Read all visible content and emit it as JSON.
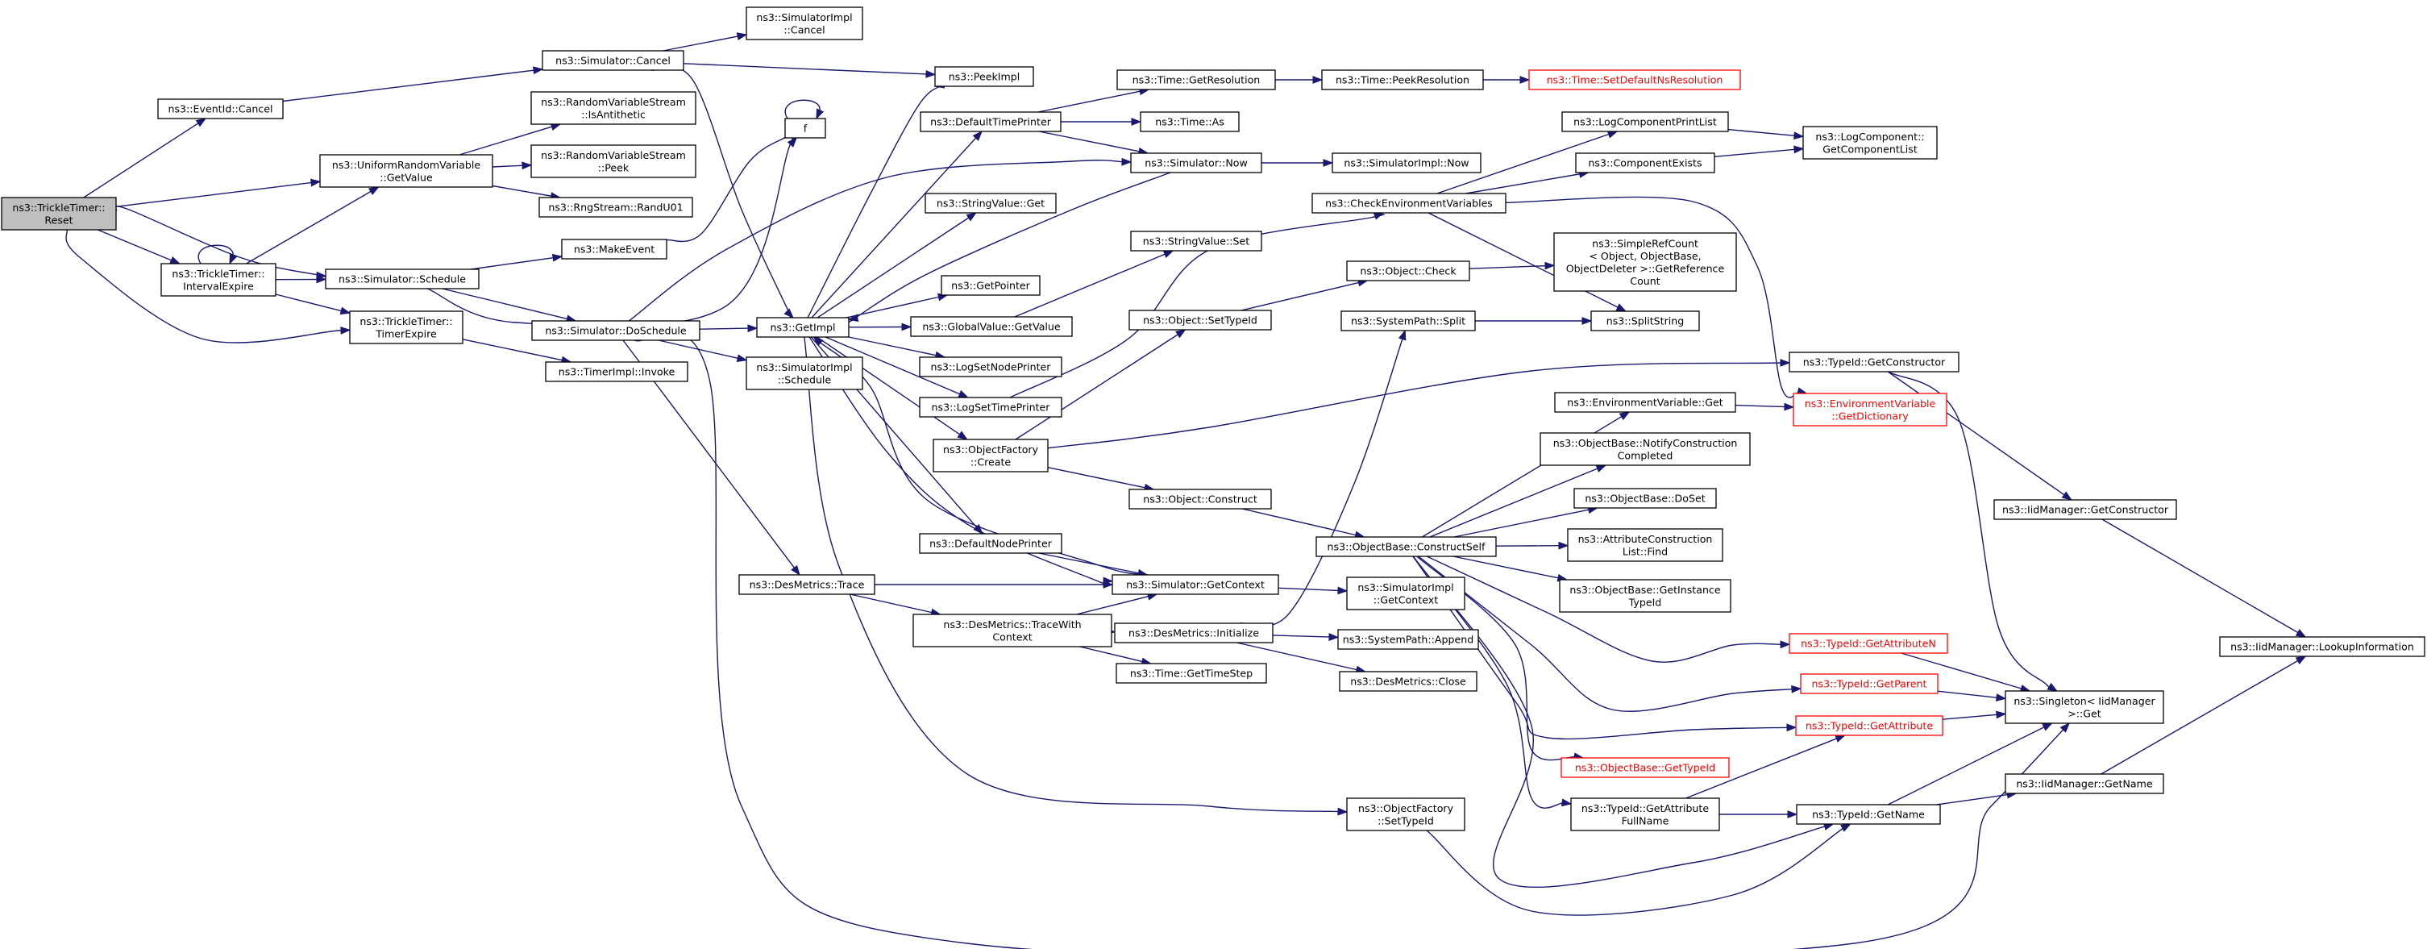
{
  "graph": {
    "colors": {
      "edge": "#191970",
      "root_fill": "#bfbfbf",
      "highlight": "#ff0000"
    },
    "nodes": [
      {
        "id": "reset",
        "lines": [
          "ns3::TrickleTimer::",
          "Reset"
        ],
        "root": true
      },
      {
        "id": "eventid_cancel",
        "lines": [
          "ns3::EventId::Cancel"
        ]
      },
      {
        "id": "uniform_getvalue",
        "lines": [
          "ns3::UniformRandomVariable",
          "::GetValue"
        ]
      },
      {
        "id": "interval_expire",
        "lines": [
          "ns3::TrickleTimer::",
          "IntervalExpire"
        ]
      },
      {
        "id": "sim_schedule",
        "lines": [
          "ns3::Simulator::Schedule"
        ]
      },
      {
        "id": "timer_expire",
        "lines": [
          "ns3::TrickleTimer::",
          "TimerExpire"
        ]
      },
      {
        "id": "sim_cancel",
        "lines": [
          "ns3::Simulator::Cancel"
        ]
      },
      {
        "id": "simimpl_cancel",
        "lines": [
          "ns3::SimulatorImpl",
          "::Cancel"
        ]
      },
      {
        "id": "peekimpl",
        "lines": [
          "ns3::PeekImpl"
        ]
      },
      {
        "id": "rvs_isantithetic",
        "lines": [
          "ns3::RandomVariableStream",
          "::IsAntithetic"
        ]
      },
      {
        "id": "rvs_peek",
        "lines": [
          "ns3::RandomVariableStream",
          "::Peek"
        ]
      },
      {
        "id": "rngstream_randu01",
        "lines": [
          "ns3::RngStream::RandU01"
        ]
      },
      {
        "id": "f",
        "lines": [
          "f"
        ]
      },
      {
        "id": "makeevent",
        "lines": [
          "ns3::MakeEvent"
        ]
      },
      {
        "id": "sim_doschedule",
        "lines": [
          "ns3::Simulator::DoSchedule"
        ]
      },
      {
        "id": "timerimpl_invoke",
        "lines": [
          "ns3::TimerImpl::Invoke"
        ]
      },
      {
        "id": "getimpl",
        "lines": [
          "ns3::GetImpl"
        ]
      },
      {
        "id": "simimpl_schedule",
        "lines": [
          "ns3::SimulatorImpl",
          "::Schedule"
        ]
      },
      {
        "id": "desmetrics_trace",
        "lines": [
          "ns3::DesMetrics::Trace"
        ]
      },
      {
        "id": "defaulttimeprinter",
        "lines": [
          "ns3::DefaultTimePrinter"
        ]
      },
      {
        "id": "stringvalue_get",
        "lines": [
          "ns3::StringValue::Get"
        ]
      },
      {
        "id": "getpointer",
        "lines": [
          "ns3::GetPointer"
        ]
      },
      {
        "id": "globalvalue_getvalue",
        "lines": [
          "ns3::GlobalValue::GetValue"
        ]
      },
      {
        "id": "logsetnodeprinter",
        "lines": [
          "ns3::LogSetNodePrinter"
        ]
      },
      {
        "id": "logsettimeprinter",
        "lines": [
          "ns3::LogSetTimePrinter"
        ]
      },
      {
        "id": "objectfactory_create",
        "lines": [
          "ns3::ObjectFactory",
          "::Create"
        ]
      },
      {
        "id": "defaultnodeprinter",
        "lines": [
          "ns3::DefaultNodePrinter"
        ]
      },
      {
        "id": "desmetrics_tracewithcontext",
        "lines": [
          "ns3::DesMetrics::TraceWith",
          "Context"
        ]
      },
      {
        "id": "time_getresolution",
        "lines": [
          "ns3::Time::GetResolution"
        ]
      },
      {
        "id": "time_as",
        "lines": [
          "ns3::Time::As"
        ]
      },
      {
        "id": "sim_now",
        "lines": [
          "ns3::Simulator::Now"
        ]
      },
      {
        "id": "stringvalue_set",
        "lines": [
          "ns3::StringValue::Set"
        ]
      },
      {
        "id": "object_settypeid",
        "lines": [
          "ns3::Object::SetTypeId"
        ]
      },
      {
        "id": "object_construct",
        "lines": [
          "ns3::Object::Construct"
        ]
      },
      {
        "id": "sim_getcontext",
        "lines": [
          "ns3::Simulator::GetContext"
        ]
      },
      {
        "id": "desmetrics_initialize",
        "lines": [
          "ns3::DesMetrics::Initialize"
        ]
      },
      {
        "id": "time_gettimestep",
        "lines": [
          "ns3::Time::GetTimeStep"
        ]
      },
      {
        "id": "time_peekresolution",
        "lines": [
          "ns3::Time::PeekResolution"
        ]
      },
      {
        "id": "simimpl_now",
        "lines": [
          "ns3::SimulatorImpl::Now"
        ]
      },
      {
        "id": "checkenvvars",
        "lines": [
          "ns3::CheckEnvironmentVariables"
        ]
      },
      {
        "id": "object_check",
        "lines": [
          "ns3::Object::Check"
        ]
      },
      {
        "id": "systempath_split",
        "lines": [
          "ns3::SystemPath::Split"
        ]
      },
      {
        "id": "objectfactory_settypeid",
        "lines": [
          "ns3::ObjectFactory",
          "::SetTypeId"
        ]
      },
      {
        "id": "objectbase_constructself",
        "lines": [
          "ns3::ObjectBase::ConstructSelf"
        ]
      },
      {
        "id": "simimpl_getcontext",
        "lines": [
          "ns3::SimulatorImpl",
          "::GetContext"
        ]
      },
      {
        "id": "systempath_append",
        "lines": [
          "ns3::SystemPath::Append"
        ]
      },
      {
        "id": "desmetrics_close",
        "lines": [
          "ns3::DesMetrics::Close"
        ]
      },
      {
        "id": "time_setdefaultnsresolution",
        "lines": [
          "ns3::Time::SetDefaultNsResolution"
        ],
        "red": true
      },
      {
        "id": "logcomponentprintlist",
        "lines": [
          "ns3::LogComponentPrintList"
        ]
      },
      {
        "id": "componentexists",
        "lines": [
          "ns3::ComponentExists"
        ]
      },
      {
        "id": "simplerefcount",
        "lines": [
          "ns3::SimpleRefCount",
          "< Object, ObjectBase,",
          "ObjectDeleter >::GetReference",
          "Count"
        ]
      },
      {
        "id": "splitstring",
        "lines": [
          "ns3::SplitString"
        ]
      },
      {
        "id": "envvar_get",
        "lines": [
          "ns3::EnvironmentVariable::Get"
        ]
      },
      {
        "id": "objectbase_notifyconstruction",
        "lines": [
          "ns3::ObjectBase::NotifyConstruction",
          "Completed"
        ]
      },
      {
        "id": "objectbase_doset",
        "lines": [
          "ns3::ObjectBase::DoSet"
        ]
      },
      {
        "id": "attrconstructionlist_find",
        "lines": [
          "ns3::AttributeConstruction",
          "List::Find"
        ]
      },
      {
        "id": "objectbase_getinstancetypeid",
        "lines": [
          "ns3::ObjectBase::GetInstance",
          "TypeId"
        ]
      },
      {
        "id": "typeid_getattributen",
        "lines": [
          "ns3::TypeId::GetAttributeN"
        ],
        "red": true
      },
      {
        "id": "typeid_getparent",
        "lines": [
          "ns3::TypeId::GetParent"
        ],
        "red": true
      },
      {
        "id": "typeid_getattribute",
        "lines": [
          "ns3::TypeId::GetAttribute"
        ],
        "red": true
      },
      {
        "id": "objectbase_gettypeid",
        "lines": [
          "ns3::ObjectBase::GetTypeId"
        ],
        "red": true
      },
      {
        "id": "typeid_getattributefullname",
        "lines": [
          "ns3::TypeId::GetAttribute",
          "FullName"
        ]
      },
      {
        "id": "typeid_getname",
        "lines": [
          "ns3::TypeId::GetName"
        ]
      },
      {
        "id": "logcomponent_getcomponentlist",
        "lines": [
          "ns3::LogComponent::",
          "GetComponentList"
        ]
      },
      {
        "id": "typeid_getconstructor",
        "lines": [
          "ns3::TypeId::GetConstructor"
        ]
      },
      {
        "id": "envvar_getdictionary",
        "lines": [
          "ns3::EnvironmentVariable",
          "::GetDictionary"
        ],
        "red": true
      },
      {
        "id": "iidmanager_getconstructor",
        "lines": [
          "ns3::IidManager::GetConstructor"
        ]
      },
      {
        "id": "singleton_get",
        "lines": [
          "ns3::Singleton< IidManager",
          ">::Get"
        ]
      },
      {
        "id": "iidmanager_getname",
        "lines": [
          "ns3::IidManager::GetName"
        ]
      },
      {
        "id": "iidmanager_lookupinformation",
        "lines": [
          "ns3::IidManager::LookupInformation"
        ]
      }
    ],
    "edges": [
      [
        "reset",
        "eventid_cancel"
      ],
      [
        "reset",
        "uniform_getvalue"
      ],
      [
        "reset",
        "interval_expire"
      ],
      [
        "reset",
        "sim_schedule"
      ],
      [
        "reset",
        "timer_expire"
      ],
      [
        "eventid_cancel",
        "sim_cancel"
      ],
      [
        "sim_cancel",
        "simimpl_cancel"
      ],
      [
        "sim_cancel",
        "peekimpl"
      ],
      [
        "sim_cancel",
        "getimpl"
      ],
      [
        "uniform_getvalue",
        "rvs_isantithetic"
      ],
      [
        "uniform_getvalue",
        "rvs_peek"
      ],
      [
        "uniform_getvalue",
        "rngstream_randu01"
      ],
      [
        "interval_expire",
        "interval_expire"
      ],
      [
        "interval_expire",
        "uniform_getvalue"
      ],
      [
        "interval_expire",
        "sim_schedule"
      ],
      [
        "interval_expire",
        "timer_expire"
      ],
      [
        "sim_schedule",
        "makeevent"
      ],
      [
        "sim_schedule",
        "f"
      ],
      [
        "sim_schedule",
        "sim_doschedule"
      ],
      [
        "makeevent",
        "f"
      ],
      [
        "f",
        "f"
      ],
      [
        "timer_expire",
        "timerimpl_invoke"
      ],
      [
        "sim_doschedule",
        "getimpl"
      ],
      [
        "sim_doschedule",
        "simimpl_schedule"
      ],
      [
        "sim_doschedule",
        "desmetrics_trace"
      ],
      [
        "sim_doschedule",
        "sim_now"
      ],
      [
        "sim_doschedule",
        "singleton_get"
      ],
      [
        "getimpl",
        "peekimpl"
      ],
      [
        "getimpl",
        "defaulttimeprinter"
      ],
      [
        "getimpl",
        "stringvalue_get"
      ],
      [
        "getimpl",
        "getpointer"
      ],
      [
        "getimpl",
        "globalvalue_getvalue"
      ],
      [
        "getimpl",
        "logsetnodeprinter"
      ],
      [
        "getimpl",
        "logsettimeprinter"
      ],
      [
        "getimpl",
        "objectfactory_create"
      ],
      [
        "getimpl",
        "defaultnodeprinter"
      ],
      [
        "getimpl",
        "objectfactory_settypeid"
      ],
      [
        "getimpl",
        "sim_getcontext"
      ],
      [
        "sim_now",
        "getimpl"
      ],
      [
        "sim_now",
        "simimpl_now"
      ],
      [
        "defaulttimeprinter",
        "time_getresolution"
      ],
      [
        "defaulttimeprinter",
        "time_as"
      ],
      [
        "defaulttimeprinter",
        "sim_now"
      ],
      [
        "time_getresolution",
        "time_peekresolution"
      ],
      [
        "time_peekresolution",
        "time_setdefaultnsresolution"
      ],
      [
        "globalvalue_getvalue",
        "stringvalue_set"
      ],
      [
        "logsettimeprinter",
        "checkenvvars"
      ],
      [
        "objectfactory_create",
        "object_settypeid"
      ],
      [
        "objectfactory_create",
        "object_construct"
      ],
      [
        "objectfactory_create",
        "typeid_getconstructor"
      ],
      [
        "object_settypeid",
        "object_check"
      ],
      [
        "object_check",
        "simplerefcount"
      ],
      [
        "object_construct",
        "objectbase_constructself"
      ],
      [
        "defaultnodeprinter",
        "sim_getcontext"
      ],
      [
        "desmetrics_trace",
        "sim_getcontext"
      ],
      [
        "desmetrics_trace",
        "desmetrics_tracewithcontext"
      ],
      [
        "desmetrics_tracewithcontext",
        "sim_getcontext"
      ],
      [
        "desmetrics_tracewithcontext",
        "desmetrics_initialize"
      ],
      [
        "desmetrics_tracewithcontext",
        "time_gettimestep"
      ],
      [
        "sim_getcontext",
        "getimpl"
      ],
      [
        "sim_getcontext",
        "simimpl_getcontext"
      ],
      [
        "desmetrics_initialize",
        "systempath_split"
      ],
      [
        "desmetrics_initialize",
        "systempath_append"
      ],
      [
        "desmetrics_initialize",
        "desmetrics_close"
      ],
      [
        "checkenvvars",
        "logcomponentprintlist"
      ],
      [
        "checkenvvars",
        "componentexists"
      ],
      [
        "checkenvvars",
        "splitstring"
      ],
      [
        "checkenvvars",
        "envvar_getdictionary"
      ],
      [
        "logcomponentprintlist",
        "logcomponent_getcomponentlist"
      ],
      [
        "componentexists",
        "logcomponent_getcomponentlist"
      ],
      [
        "systempath_split",
        "splitstring"
      ],
      [
        "objectfactory_settypeid",
        "typeid_getname"
      ],
      [
        "objectbase_constructself",
        "envvar_get"
      ],
      [
        "objectbase_constructself",
        "objectbase_notifyconstruction"
      ],
      [
        "objectbase_constructself",
        "objectbase_doset"
      ],
      [
        "objectbase_constructself",
        "attrconstructionlist_find"
      ],
      [
        "objectbase_constructself",
        "objectbase_getinstancetypeid"
      ],
      [
        "objectbase_constructself",
        "typeid_getattributen"
      ],
      [
        "objectbase_constructself",
        "typeid_getparent"
      ],
      [
        "objectbase_constructself",
        "typeid_getattribute"
      ],
      [
        "objectbase_constructself",
        "objectbase_gettypeid"
      ],
      [
        "objectbase_constructself",
        "typeid_getattributefullname"
      ],
      [
        "objectbase_constructself",
        "typeid_getname"
      ],
      [
        "envvar_get",
        "envvar_getdictionary"
      ],
      [
        "typeid_getattributen",
        "singleton_get"
      ],
      [
        "typeid_getparent",
        "singleton_get"
      ],
      [
        "typeid_getattribute",
        "singleton_get"
      ],
      [
        "typeid_getattributefullname",
        "typeid_getattribute"
      ],
      [
        "typeid_getattributefullname",
        "typeid_getname"
      ],
      [
        "typeid_getname",
        "singleton_get"
      ],
      [
        "typeid_getname",
        "iidmanager_getname"
      ],
      [
        "iidmanager_getname",
        "iidmanager_lookupinformation"
      ],
      [
        "typeid_getconstructor",
        "iidmanager_getconstructor"
      ],
      [
        "typeid_getconstructor",
        "singleton_get"
      ],
      [
        "iidmanager_getconstructor",
        "iidmanager_lookupinformation"
      ]
    ]
  }
}
